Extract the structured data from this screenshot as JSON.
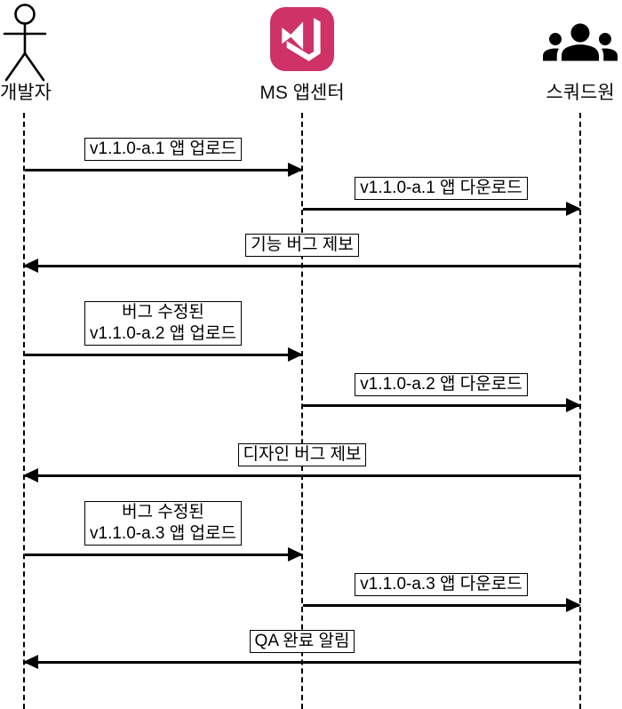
{
  "diagram": {
    "type": "sequence",
    "actors": [
      {
        "name": "개발자",
        "icon": "person-stick-figure-icon"
      },
      {
        "name": "MS 앱센터",
        "icon": "ms-appcenter-icon"
      },
      {
        "name": "스쿼드원",
        "icon": "people-group-icon"
      }
    ],
    "messages": [
      {
        "lines": [
          "v1.1.0-a.1 앱 업로드"
        ],
        "from": "개발자",
        "to": "MS 앱센터",
        "direction": "right"
      },
      {
        "lines": [
          "v1.1.0-a.1 앱 다운로드"
        ],
        "from": "MS 앱센터",
        "to": "스쿼드원",
        "direction": "right"
      },
      {
        "lines": [
          "기능 버그 제보"
        ],
        "from": "스쿼드원",
        "to": "개발자",
        "direction": "left"
      },
      {
        "lines": [
          "버그 수정된",
          "v1.1.0-a.2 앱 업로드"
        ],
        "from": "개발자",
        "to": "MS 앱센터",
        "direction": "right"
      },
      {
        "lines": [
          "v1.1.0-a.2 앱 다운로드"
        ],
        "from": "MS 앱센터",
        "to": "스쿼드원",
        "direction": "right"
      },
      {
        "lines": [
          "디자인 버그 제보"
        ],
        "from": "스쿼드원",
        "to": "개발자",
        "direction": "left"
      },
      {
        "lines": [
          "버그 수정된",
          "v1.1.0-a.3 앱 업로드"
        ],
        "from": "개발자",
        "to": "MS 앱센터",
        "direction": "right"
      },
      {
        "lines": [
          "v1.1.0-a.3 앱 다운로드"
        ],
        "from": "MS 앱센터",
        "to": "스쿼드원",
        "direction": "right"
      },
      {
        "lines": [
          "QA 완료 알림"
        ],
        "from": "스쿼드원",
        "to": "개발자",
        "direction": "left"
      }
    ],
    "colors": {
      "line": "#000000",
      "appcenter_pink": "#CE3266",
      "icon_glyph": "#FFFFFF",
      "background": "#FFFFFF"
    }
  }
}
